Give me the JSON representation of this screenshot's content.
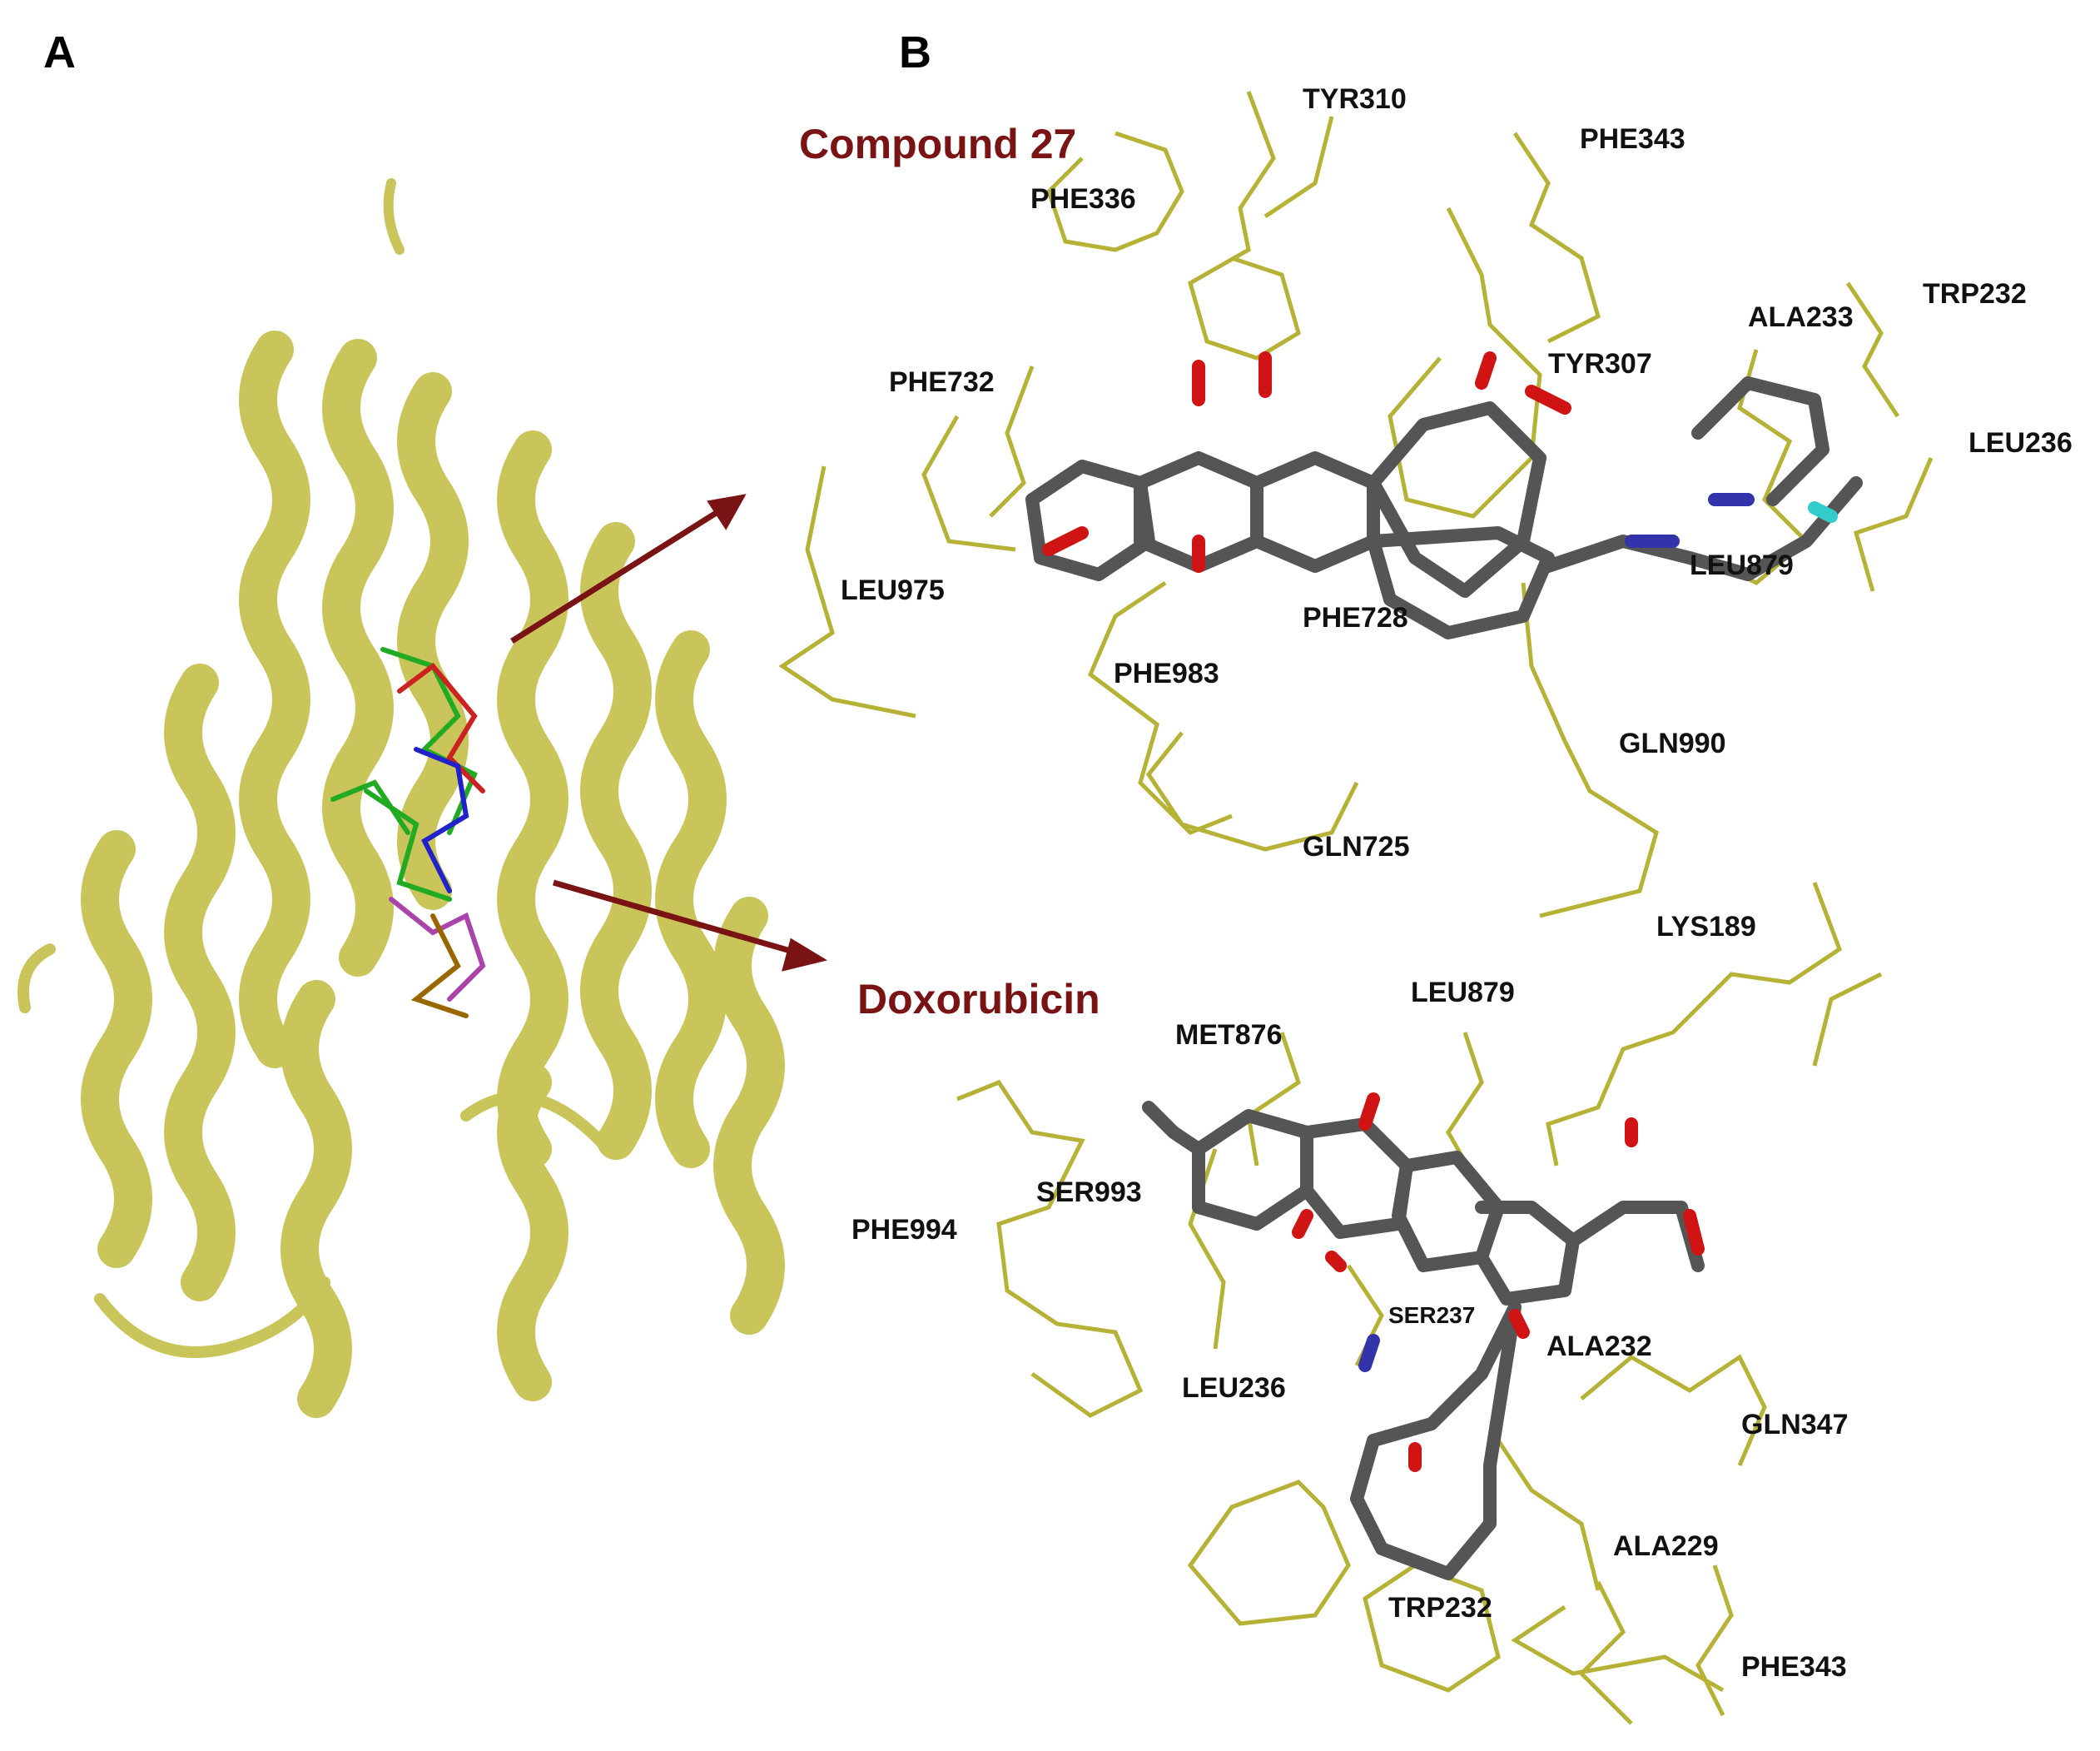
{
  "panels": {
    "a_label": "A",
    "b_label": "B"
  },
  "colors": {
    "protein": "#c9c55a",
    "protein_dark": "#8f8a2a",
    "residue": "#b5b236",
    "ligand_carbon": "#555555",
    "oxygen": "#d01414",
    "nitrogen": "#3333aa",
    "hydrogen": "#cccccc",
    "fluorine": "#33cccc",
    "arrow": "#7a1414",
    "title": "#7a1414"
  },
  "complex_top": {
    "ligand": "Compound 27",
    "residues": [
      "TYR310",
      "PHE343",
      "PHE336",
      "TRP232",
      "ALA233",
      "PHE732",
      "TYR307",
      "LEU236",
      "LEU975",
      "LEU879",
      "PHE728",
      "PHE983",
      "GLN990",
      "GLN725"
    ]
  },
  "complex_bottom": {
    "ligand": "Doxorubicin",
    "residues": [
      "LYS189",
      "LEU879",
      "MET876",
      "SER993",
      "PHE994",
      "SER237",
      "ALA232",
      "LEU236",
      "GLN347",
      "ALA229",
      "TRP232",
      "PHE343"
    ]
  }
}
